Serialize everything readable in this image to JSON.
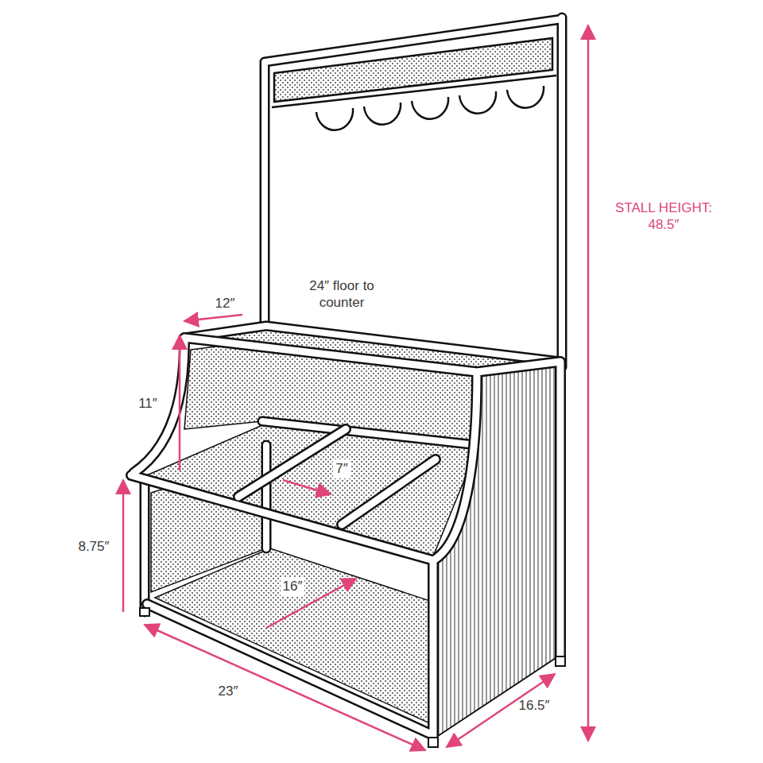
{
  "diagram": {
    "labels": [
      "STALL HEIGHT: 48.5″",
      "24″ floor to counter",
      "12″",
      "11″",
      "7″",
      "8.75″",
      "16″",
      "23″",
      "16.5″"
    ]
  }
}
